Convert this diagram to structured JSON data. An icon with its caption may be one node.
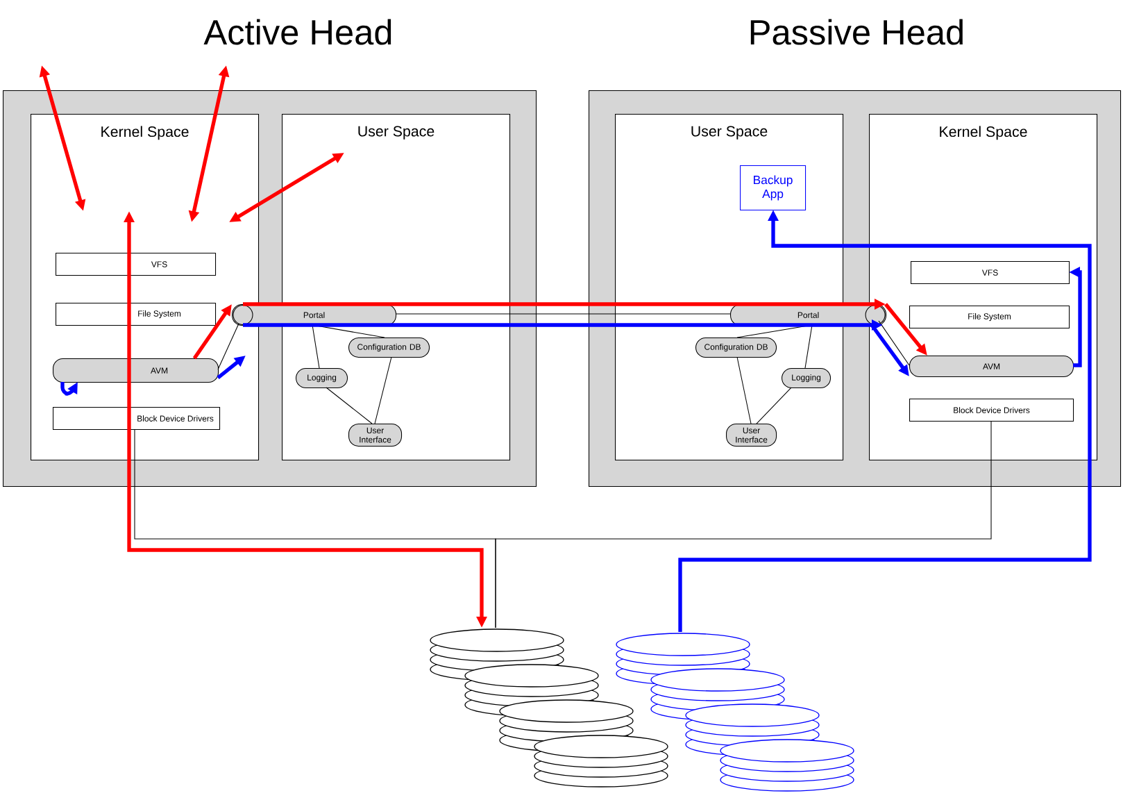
{
  "diagram": {
    "nodes": [
      {
        "text": [
          "Active Head"
        ]
      },
      {
        "text": [
          "Kernel Space"
        ],
        "in": 0
      },
      {
        "text": [
          "VFS"
        ],
        "in": 1
      },
      {
        "text": [
          "File System"
        ],
        "in": 1
      },
      {
        "text": [
          "AVM"
        ],
        "in": 1
      },
      {
        "text": [
          "Block Device Drivers"
        ],
        "in": 1
      },
      {
        "text": [
          "User Space"
        ],
        "in": 0
      },
      {
        "text": [
          "Portal"
        ],
        "in": 0
      },
      {
        "text": [
          "Configuration DB"
        ],
        "in": 6
      },
      {
        "text": [
          "Logging"
        ],
        "in": 6
      },
      {
        "text": [
          "User Interface"
        ],
        "in": 6
      },
      {
        "text": [
          "Passive Head"
        ]
      },
      {
        "text": [
          "User Space"
        ],
        "in": 11
      },
      {
        "text": [
          "Backup App"
        ],
        "in": 12
      },
      {
        "text": [
          "Portal"
        ],
        "in": 11
      },
      {
        "text": [
          "Configuration DB"
        ],
        "in": 12
      },
      {
        "text": [
          "Logging"
        ],
        "in": 12
      },
      {
        "text": [
          "User Interface"
        ],
        "in": 12
      },
      {
        "text": [
          "Kernel Space"
        ],
        "in": 11
      },
      {
        "text": [
          "VFS"
        ],
        "in": 18
      },
      {
        "text": [
          "File System"
        ],
        "in": 18
      },
      {
        "text": [
          "AVM"
        ],
        "in": 18
      },
      {
        "text": [
          "Block Device Drivers"
        ],
        "in": 18
      },
      {
        "text": [],
        "shape": "cylinder"
      },
      {
        "text": [],
        "shape": "cylinder"
      }
    ],
    "edges": [
      {
        "from": 4,
        "to": 7,
        "arrow": "none"
      },
      {
        "from": 7,
        "to": 8,
        "arrow": "none"
      },
      {
        "from": 7,
        "to": 9,
        "arrow": "none"
      },
      {
        "from": 8,
        "to": 10,
        "arrow": "none"
      },
      {
        "from": 9,
        "to": 10,
        "arrow": "none"
      },
      {
        "from": 7,
        "to": 14,
        "arrow": "none"
      },
      {
        "from": 14,
        "to": 15,
        "arrow": "none"
      },
      {
        "from": 14,
        "to": 16,
        "arrow": "none"
      },
      {
        "from": 15,
        "to": 17,
        "arrow": "none"
      },
      {
        "from": 16,
        "to": 17,
        "arrow": "none"
      },
      {
        "from": 14,
        "to": 21,
        "arrow": "none"
      },
      {
        "from": 5,
        "to": 23,
        "arrow": "none"
      },
      {
        "from": 22,
        "to": 23,
        "arrow": "none"
      },
      {
        "from": null,
        "to": 1,
        "arrow": "both",
        "style": "thick",
        "color": "#ff0000"
      },
      {
        "from": null,
        "to": 1,
        "arrow": "both",
        "style": "thick",
        "color": "#ff0000"
      },
      {
        "from": 6,
        "to": 1,
        "arrow": "both",
        "style": "thick",
        "color": "#ff0000"
      },
      {
        "from": null,
        "to": 23,
        "arrow": "both",
        "style": "thick",
        "color": "#ff0000"
      },
      {
        "from": 4,
        "to": 7,
        "arrow": "to",
        "style": "thick",
        "color": "#ff0000"
      },
      {
        "from": 7,
        "to": 14,
        "arrow": "to",
        "style": "thick",
        "color": "#ff0000"
      },
      {
        "from": 14,
        "to": 21,
        "arrow": "to",
        "style": "thick",
        "color": "#ff0000"
      },
      {
        "from": 4,
        "to": 4,
        "arrow": "to",
        "style": "thick",
        "color": "#0000ff"
      },
      {
        "from": 4,
        "to": null,
        "arrow": "to",
        "style": "thick",
        "color": "#0000ff"
      },
      {
        "from": 7,
        "to": 14,
        "arrow": "to",
        "style": "thick",
        "color": "#0000ff"
      },
      {
        "from": 14,
        "to": 21,
        "arrow": "to",
        "style": "thick",
        "color": "#0000ff"
      },
      {
        "from": 21,
        "to": 19,
        "arrow": "to",
        "style": "thick",
        "color": "#0000ff"
      },
      {
        "from": 24,
        "to": 13,
        "arrow": "to",
        "style": "thick",
        "color": "#0000ff"
      }
    ]
  }
}
